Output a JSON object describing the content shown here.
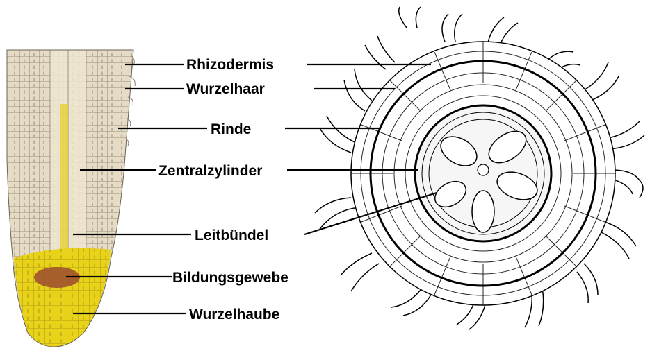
{
  "labels": {
    "rhizodermis": "Rhizodermis",
    "wurzelhaar": "Wurzelhaar",
    "rinde": "Rinde",
    "zentralzylinder": "Zentralzylinder",
    "leitbuendel": "Leitbündel",
    "bildungsgewebe": "Bildungsgewebe",
    "wurzelhaube": "Wurzelhaube"
  },
  "colors": {
    "tissue": "#e6dcc6",
    "cell_lines": "#6b6455",
    "central_cylinder": "#efe6cf",
    "xylem_stripe": "#e8cf2a",
    "meristem": "#a0522d",
    "root_cap": "#e9d21a",
    "ink": "#000000"
  }
}
